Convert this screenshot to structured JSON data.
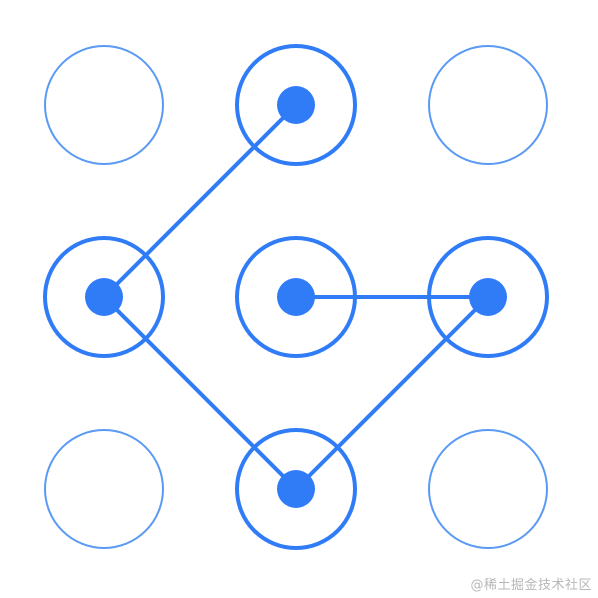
{
  "pattern_lock": {
    "colors": {
      "accent": "#2f7cf6",
      "idle_ring": "#5a9af5",
      "background": "#ffffff"
    },
    "nodes": [
      {
        "id": 1,
        "row": 0,
        "col": 0,
        "selected": false
      },
      {
        "id": 2,
        "row": 0,
        "col": 1,
        "selected": true
      },
      {
        "id": 3,
        "row": 0,
        "col": 2,
        "selected": false
      },
      {
        "id": 4,
        "row": 1,
        "col": 0,
        "selected": true
      },
      {
        "id": 5,
        "row": 1,
        "col": 1,
        "selected": true
      },
      {
        "id": 6,
        "row": 1,
        "col": 2,
        "selected": true
      },
      {
        "id": 7,
        "row": 2,
        "col": 0,
        "selected": false
      },
      {
        "id": 8,
        "row": 2,
        "col": 1,
        "selected": true
      },
      {
        "id": 9,
        "row": 2,
        "col": 2,
        "selected": false
      }
    ],
    "path": [
      2,
      4,
      8,
      6,
      5
    ]
  },
  "watermark": {
    "text": "@稀土掘金技术社区"
  }
}
